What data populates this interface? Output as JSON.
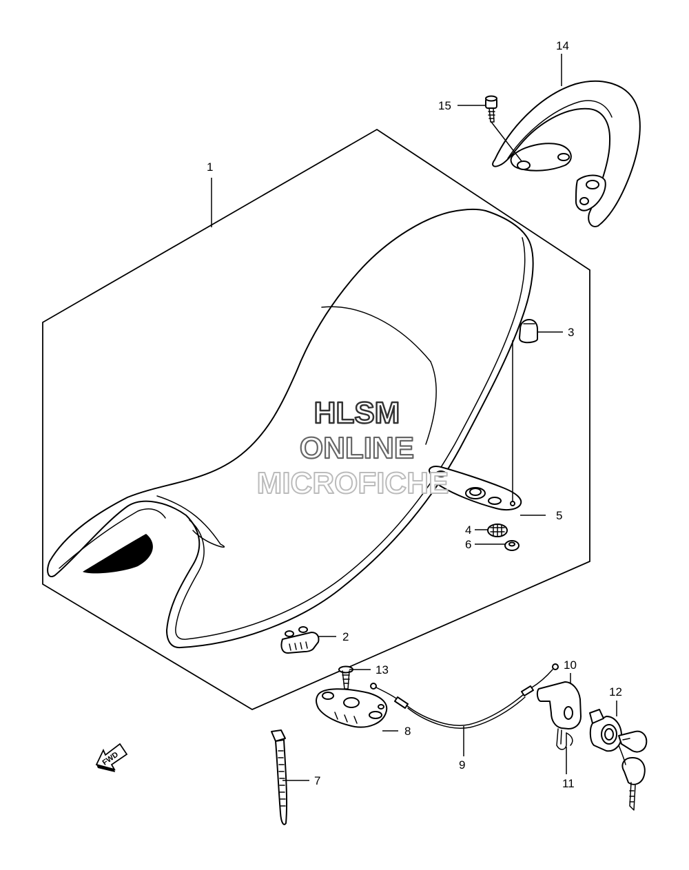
{
  "diagram": {
    "callouts": {
      "c1": "1",
      "c2": "2",
      "c3": "3",
      "c4": "4",
      "c5": "5",
      "c6": "6",
      "c7": "7",
      "c8": "8",
      "c9": "9",
      "c10": "10",
      "c11": "11",
      "c12": "12",
      "c13": "13",
      "c14": "14",
      "c15": "15"
    },
    "direction_label": "FWD"
  },
  "watermark": {
    "line1": "HLSM",
    "line2": "ONLINE",
    "line3": "MICROFICHE"
  }
}
